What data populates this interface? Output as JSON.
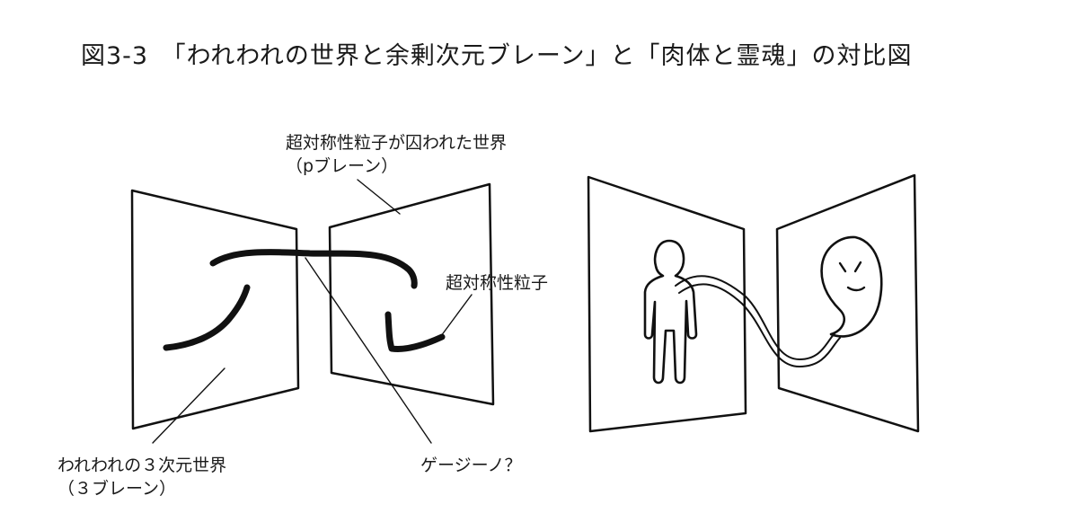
{
  "title": "図3-3　「われわれの世界と余剰次元ブレーン」と「肉体と霊魂」の対比図",
  "labels": {
    "pbrane_line1": "超対称性粒子が囚われた世界",
    "pbrane_line2": "（pブレーン）",
    "susy_particle": "超対称性粒子",
    "our_world_line1": "われわれの３次元世界",
    "our_world_line2": "（３ブレーン）",
    "gauge_question": "ゲージーノ？"
  }
}
